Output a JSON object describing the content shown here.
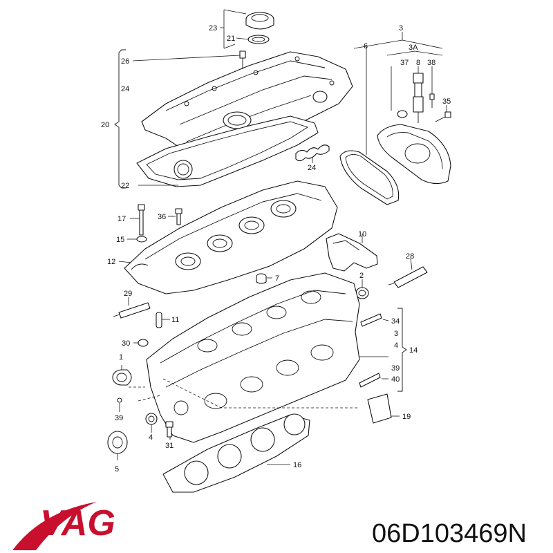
{
  "labels": [
    {
      "id": "l23",
      "text": "23"
    },
    {
      "id": "l21",
      "text": "21"
    },
    {
      "id": "l26",
      "text": "26"
    },
    {
      "id": "l24a",
      "text": "24"
    },
    {
      "id": "l20",
      "text": "20"
    },
    {
      "id": "l22",
      "text": "22"
    },
    {
      "id": "l24b",
      "text": "24"
    },
    {
      "id": "l3top",
      "text": "3"
    },
    {
      "id": "l3a",
      "text": "3A"
    },
    {
      "id": "l6",
      "text": "6"
    },
    {
      "id": "l37",
      "text": "37"
    },
    {
      "id": "l8",
      "text": "8"
    },
    {
      "id": "l38",
      "text": "38"
    },
    {
      "id": "l35",
      "text": "35"
    },
    {
      "id": "l17",
      "text": "17"
    },
    {
      "id": "l36",
      "text": "36"
    },
    {
      "id": "l15",
      "text": "15"
    },
    {
      "id": "l12",
      "text": "12"
    },
    {
      "id": "l10",
      "text": "10"
    },
    {
      "id": "l7",
      "text": "7"
    },
    {
      "id": "l28",
      "text": "28"
    },
    {
      "id": "l2",
      "text": "2"
    },
    {
      "id": "l29",
      "text": "29"
    },
    {
      "id": "l11",
      "text": "11"
    },
    {
      "id": "l34",
      "text": "34"
    },
    {
      "id": "l3mid",
      "text": "3"
    },
    {
      "id": "l4mid",
      "text": "4"
    },
    {
      "id": "l14",
      "text": "14"
    },
    {
      "id": "l30",
      "text": "30"
    },
    {
      "id": "l1",
      "text": "1"
    },
    {
      "id": "l39a",
      "text": "39"
    },
    {
      "id": "l40",
      "text": "40"
    },
    {
      "id": "l39b",
      "text": "39"
    },
    {
      "id": "l19",
      "text": "19"
    },
    {
      "id": "l4low",
      "text": "4"
    },
    {
      "id": "l31",
      "text": "31"
    },
    {
      "id": "l16",
      "text": "16"
    },
    {
      "id": "l5",
      "text": "5"
    }
  ],
  "brand": {
    "logo_text": "VAG",
    "part_number": "06D103469N",
    "logo_color": "#c8102e"
  }
}
